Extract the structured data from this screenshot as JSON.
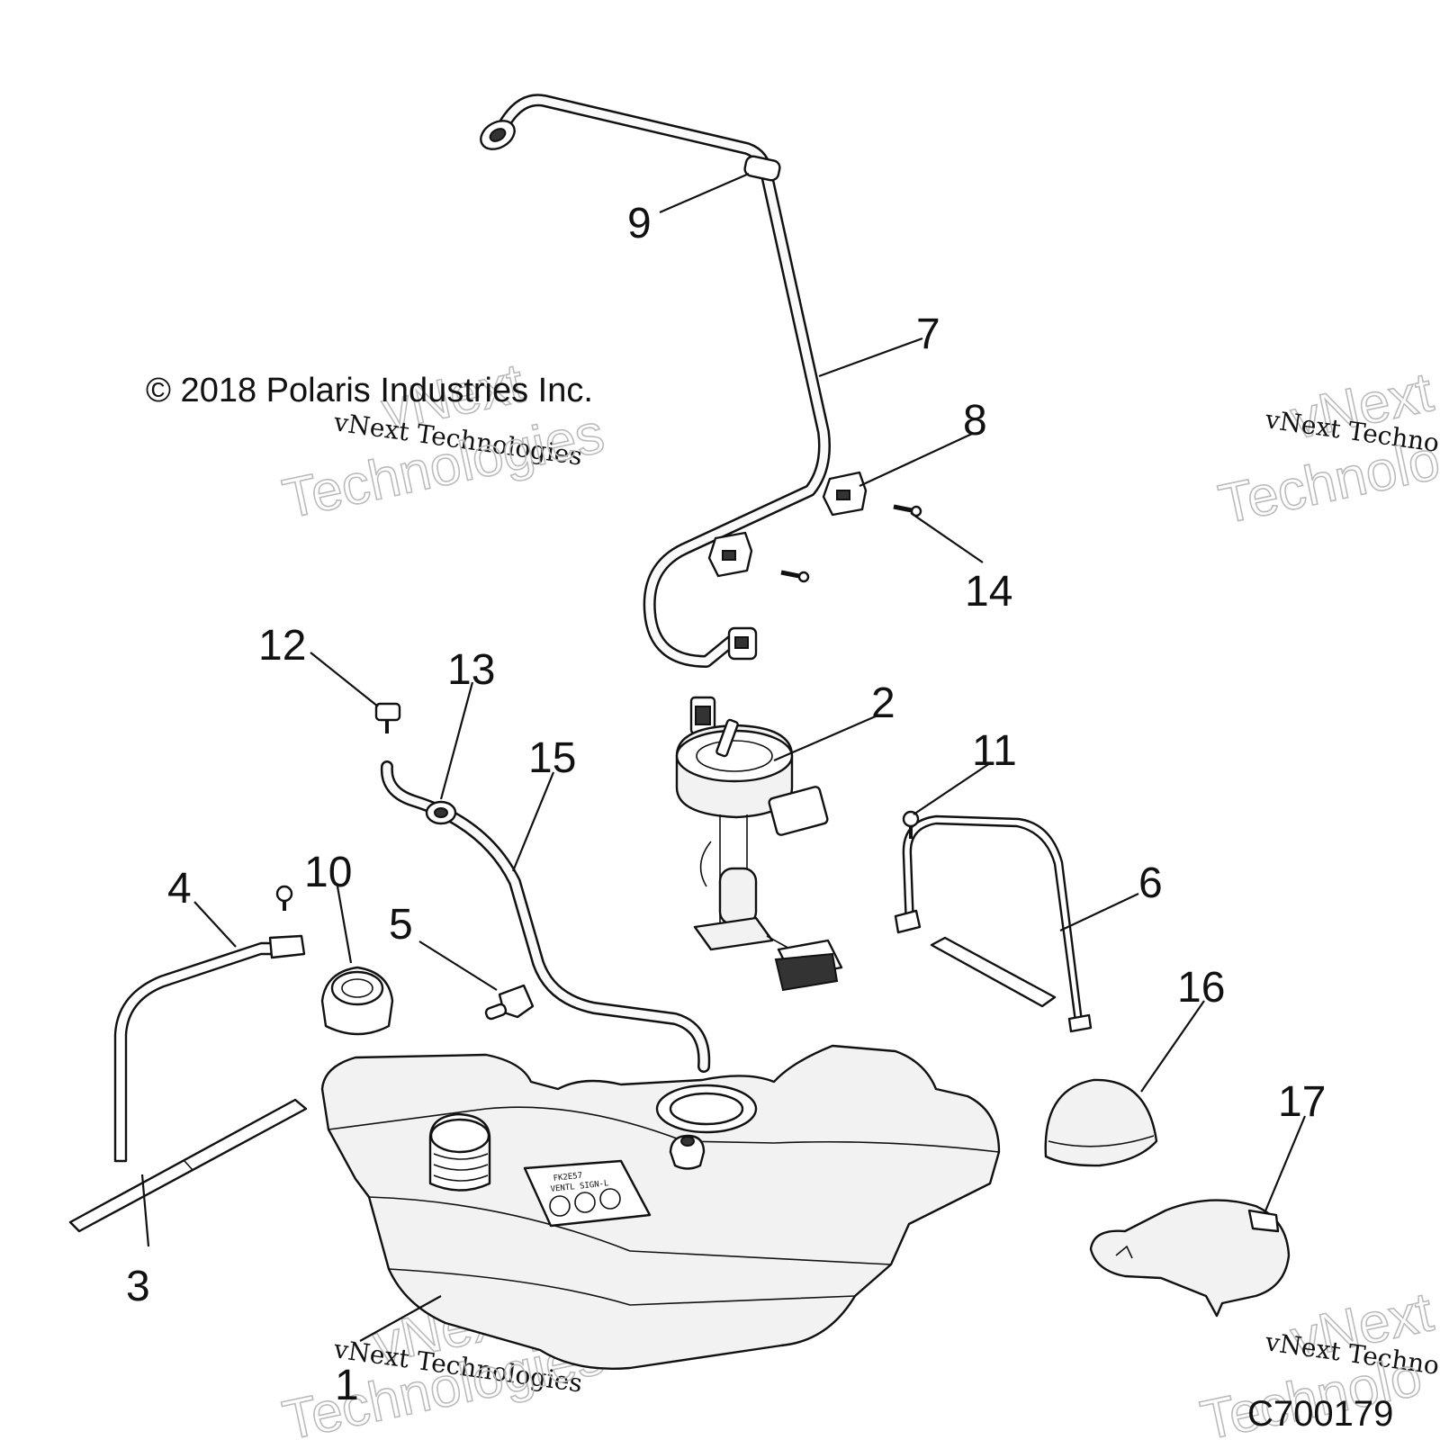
{
  "copyright": "© 2018 Polaris Industries Inc.",
  "figure_id": "C700179",
  "watermark": {
    "line1": "vNext Technologies",
    "big_top": "vNext",
    "big_bottom": "Technologies",
    "right_line1": "vNext Techno",
    "right_big_top": "vNext",
    "right_big_bottom": "Technolo"
  },
  "label_text": {
    "line1": "FK2E57",
    "line2": "VENTL SIGN-L"
  },
  "callouts": {
    "c1": "1",
    "c2": "2",
    "c3": "3",
    "c4": "4",
    "c5": "5",
    "c6": "6",
    "c7": "7",
    "c8": "8",
    "c9": "9",
    "c10": "10",
    "c11": "11",
    "c12": "12",
    "c13": "13",
    "c14": "14",
    "c15": "15",
    "c16": "16",
    "c17": "17"
  }
}
